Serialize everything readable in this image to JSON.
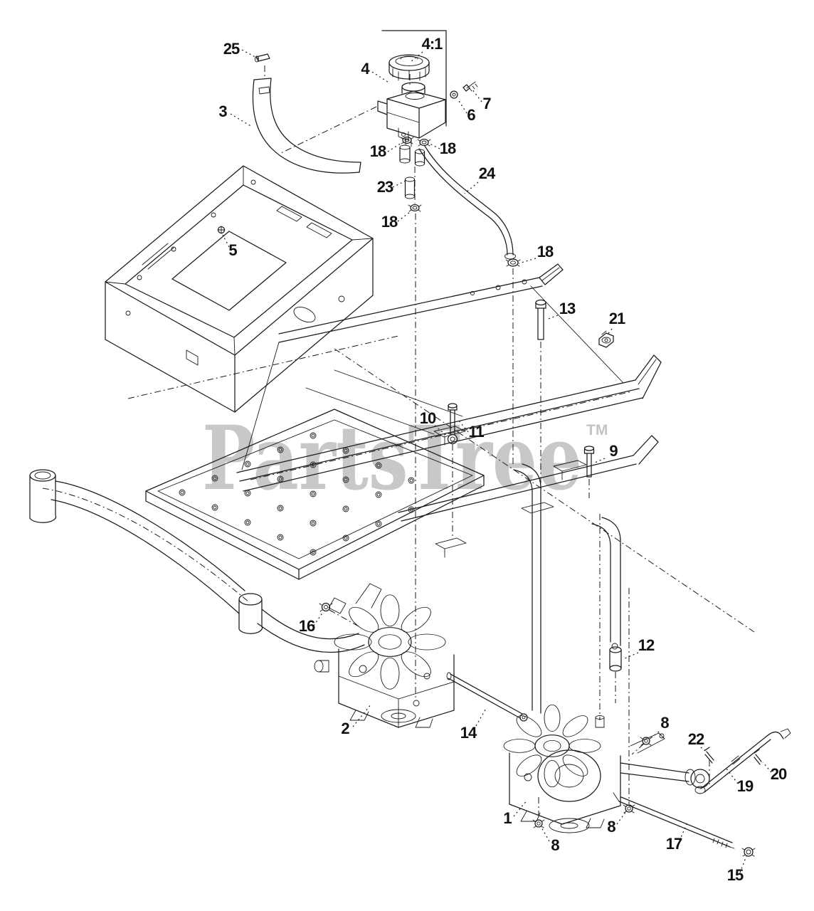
{
  "page": {
    "background": "#ffffff",
    "line_color": "#1a1a1a"
  },
  "watermark": {
    "text": "PartsTree",
    "tm": "TM",
    "color": "#c8c8c8"
  },
  "callouts": [
    {
      "label": "25"
    },
    {
      "label": "4:1"
    },
    {
      "label": "4"
    },
    {
      "label": "7"
    },
    {
      "label": "6"
    },
    {
      "label": "3"
    },
    {
      "label": "18"
    },
    {
      "label": "18"
    },
    {
      "label": "23"
    },
    {
      "label": "24"
    },
    {
      "label": "18"
    },
    {
      "label": "5"
    },
    {
      "label": "18"
    },
    {
      "label": "13"
    },
    {
      "label": "21"
    },
    {
      "label": "10"
    },
    {
      "label": "11"
    },
    {
      "label": "9"
    },
    {
      "label": "16"
    },
    {
      "label": "12"
    },
    {
      "label": "2"
    },
    {
      "label": "14"
    },
    {
      "label": "8"
    },
    {
      "label": "22"
    },
    {
      "label": "20"
    },
    {
      "label": "19"
    },
    {
      "label": "1"
    },
    {
      "label": "8"
    },
    {
      "label": "8"
    },
    {
      "label": "17"
    },
    {
      "label": "15"
    }
  ]
}
